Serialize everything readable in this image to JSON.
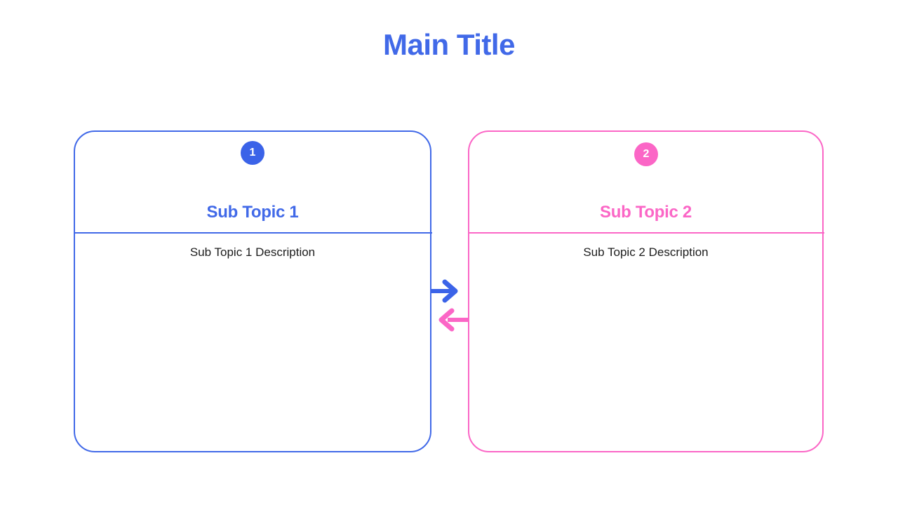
{
  "slide": {
    "background_color": "#ffffff",
    "title": "Main Title",
    "title_color": "#4169E8"
  },
  "cards": [
    {
      "number": "1",
      "title": "Sub Topic 1",
      "description": "Sub Topic 1 Description",
      "accent_color": "#4169E8",
      "badge_color": "#3B63E8"
    },
    {
      "number": "2",
      "title": "Sub Topic 2",
      "description": "Sub Topic 2 Description",
      "accent_color": "#FB66C6",
      "badge_color": "#FB66C6"
    }
  ],
  "connectors": [
    {
      "name": "arrow-right",
      "direction": "right",
      "color": "#3B63E8",
      "from": "Sub Topic 1",
      "to": "Sub Topic 2"
    },
    {
      "name": "arrow-left",
      "direction": "left",
      "color": "#FB66C6",
      "from": "Sub Topic 2",
      "to": "Sub Topic 1"
    }
  ]
}
